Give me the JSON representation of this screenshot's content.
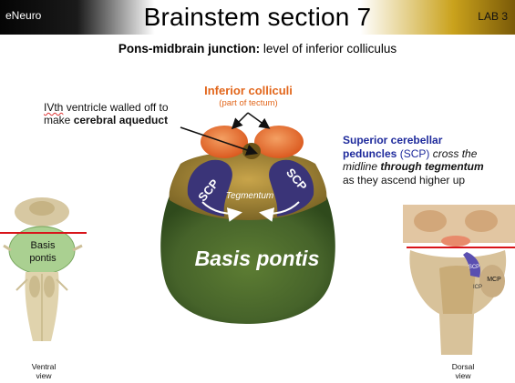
{
  "header": {
    "brand": "eNeuro",
    "title": "Brainstem section 7",
    "lab": "LAB 3"
  },
  "subtitle": {
    "bold": "Pons-midbrain junction:",
    "rest": " level of inferior colliculus"
  },
  "ventricle_note": {
    "word_ivth": "IVth",
    "line1_rest": " ventricle walled off to",
    "line2_plain": "make ",
    "line2_bold": "cerebral aqueduct"
  },
  "inferior_colliculi": {
    "title": "Inferior colliculi",
    "subtitle": "(part of tectum)"
  },
  "scp_note": {
    "bold1": "Superior cerebellar",
    "bold2": "peduncles",
    "paren": " (SCP)",
    "italic1": " cross the",
    "italic2": "midline ",
    "bolditalic": "through tegmentum",
    "plain": "as they ascend higher up"
  },
  "section": {
    "scp_left": "SCP",
    "scp_right": "SCP",
    "tegmentum": "Tegmentum",
    "basis_pontis": "Basis pontis"
  },
  "ventral_figure": {
    "label_line1": "Basis",
    "label_line2": "pontis",
    "caption_line1": "Ventral",
    "caption_line2": "view"
  },
  "dorsal_figure": {
    "scp": "SCP",
    "icp": "ICP",
    "mcp": "MCP",
    "caption_line1": "Dorsal",
    "caption_line2": "view"
  },
  "colors": {
    "header_gold": "#caa21c",
    "orange": "#e2661b",
    "scp_blue": "#1e2a9c",
    "level_line_red": "#d8141a",
    "basis_green": "#4f6e2d",
    "scp_purple": "#3a3478"
  }
}
